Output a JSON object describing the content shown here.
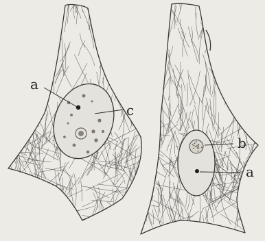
{
  "labels": {
    "left_a": "a",
    "left_c": "c",
    "right_b": "b",
    "right_a": "a"
  },
  "colors": {
    "paper": "#ecebe6",
    "ink": "#3a3733"
  }
}
